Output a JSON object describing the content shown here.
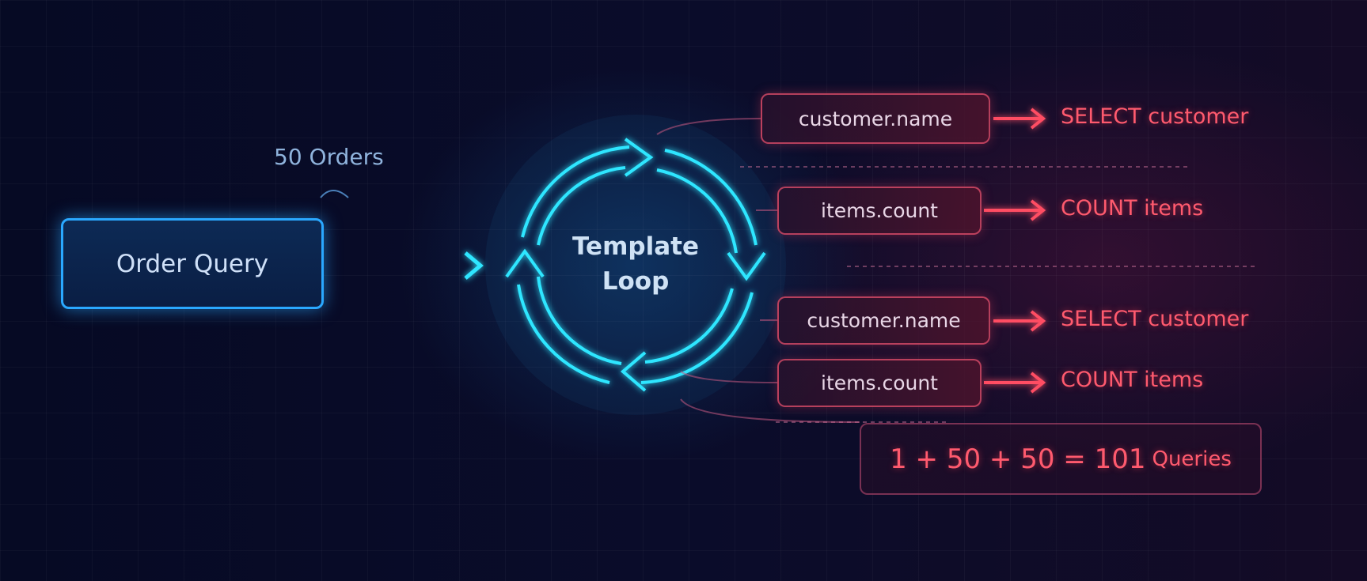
{
  "source": {
    "label": "Order Query",
    "count_label": "50 Orders"
  },
  "loop": {
    "line1": "Template",
    "line2": "Loop"
  },
  "fields": [
    {
      "field": "customer.name",
      "query": "SELECT customer"
    },
    {
      "field": "items.count",
      "query": "COUNT items"
    },
    {
      "field": "customer.name",
      "query": "SELECT customer"
    },
    {
      "field": "items.count",
      "query": "COUNT items"
    }
  ],
  "total": {
    "formula": "1 + 50 + 50 = ",
    "result": "101",
    "unit": "Queries"
  },
  "colors": {
    "cyan": "#2ee6ff",
    "blue": "#2aa8ff",
    "red": "#ff4d63"
  }
}
